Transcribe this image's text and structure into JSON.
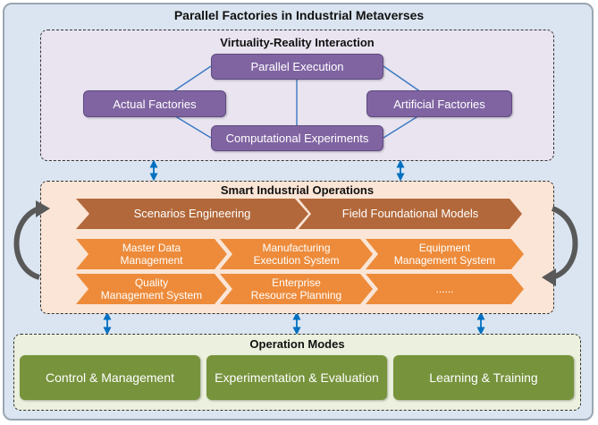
{
  "title": "Parallel Factories in Industrial Metaverses",
  "vri": {
    "title": "Virtuality-Reality Interaction",
    "top": "Parallel Execution",
    "left": "Actual Factories",
    "right": "Artificial Factories",
    "bottom": "Computational Experiments"
  },
  "sio": {
    "title": "Smart Industrial Operations",
    "row1": [
      "Scenarios Engineering",
      "Field Foundational Models"
    ],
    "row2": [
      {
        "line1": "Master Data",
        "line2": "Management"
      },
      {
        "line1": "Manufacturing",
        "line2": "Execution System"
      },
      {
        "line1": "Equipment",
        "line2": "Management System"
      }
    ],
    "row3": [
      {
        "line1": "Quality",
        "line2": "Management System"
      },
      {
        "line1": "Enterprise",
        "line2": "Resource Planning"
      },
      {
        "line1": "......",
        "line2": ""
      }
    ]
  },
  "modes": {
    "title": "Operation Modes",
    "items": [
      "Control & Management",
      "Experimentation & Evaluation",
      "Learning & Training"
    ]
  },
  "colors": {
    "outer_bg": "#dbe5f1",
    "vri_bg": "#e9e4f0",
    "purple": "#8064a2",
    "sio_bg": "#fbe5d6",
    "brown": "#b2683a",
    "orange": "#ed8b3a",
    "modes_bg": "#ebf1de",
    "green": "#77933c",
    "arrow_blue": "#0070c0",
    "cycle_gray": "#595959"
  }
}
